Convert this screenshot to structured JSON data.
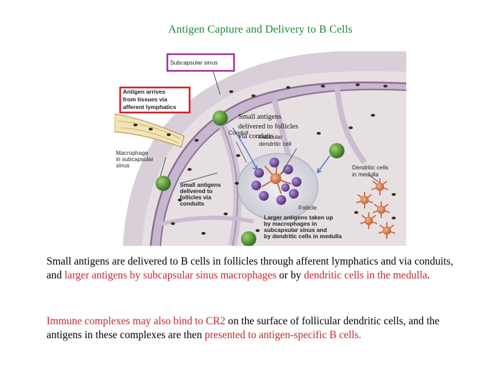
{
  "title": "Antigen Capture and Delivery to B Cells",
  "figure": {
    "labels": {
      "subcapsular_sinus": "Subcapsular sinus",
      "antigen_arrives": [
        "Antigen arrives",
        "from tissues via",
        "afferent lymphatics"
      ],
      "conduit": "Conduit",
      "follicular_dc": [
        "Follicular",
        "dendritic cell"
      ],
      "macrophage": [
        "Macrophage",
        "in subcapsular",
        "sinus"
      ],
      "small_antigens_conduits": [
        "Small antigens",
        "delivered to",
        "follicles via",
        "conduits"
      ],
      "dendritic_medulla": [
        "Dendritic cells",
        "in medulla"
      ],
      "follicle": "Follicle",
      "larger_antigens": [
        "Larger antigens taken up",
        "by macrophages in",
        "subcapsular sinus and",
        "by dendritic cells in medulla"
      ]
    },
    "overlay_text": [
      "Small antigens",
      "delivered to follicles",
      "via conduits"
    ]
  },
  "paragraphs": {
    "p1": {
      "text1": "Small antigens are delivered to B cells in follicles through afferent lymphatics and via conduits, and ",
      "highlight1": "larger antigens by subcapsular sinus macrophages",
      "text2": " or by ",
      "highlight2": "dendritic cells in the medulla",
      "text3": "."
    },
    "p2": {
      "highlight1": "Immune complexes may also bind to CR2",
      "text1": " on the surface of follicular dendritic cells, and the antigens in these complexes are then ",
      "highlight2": "presented to antigen-specific B cells."
    }
  },
  "colors": {
    "title": "#1a8a35",
    "highlight": "#c5262c",
    "box_purple": "#a0309a",
    "box_red": "#d11f26"
  }
}
